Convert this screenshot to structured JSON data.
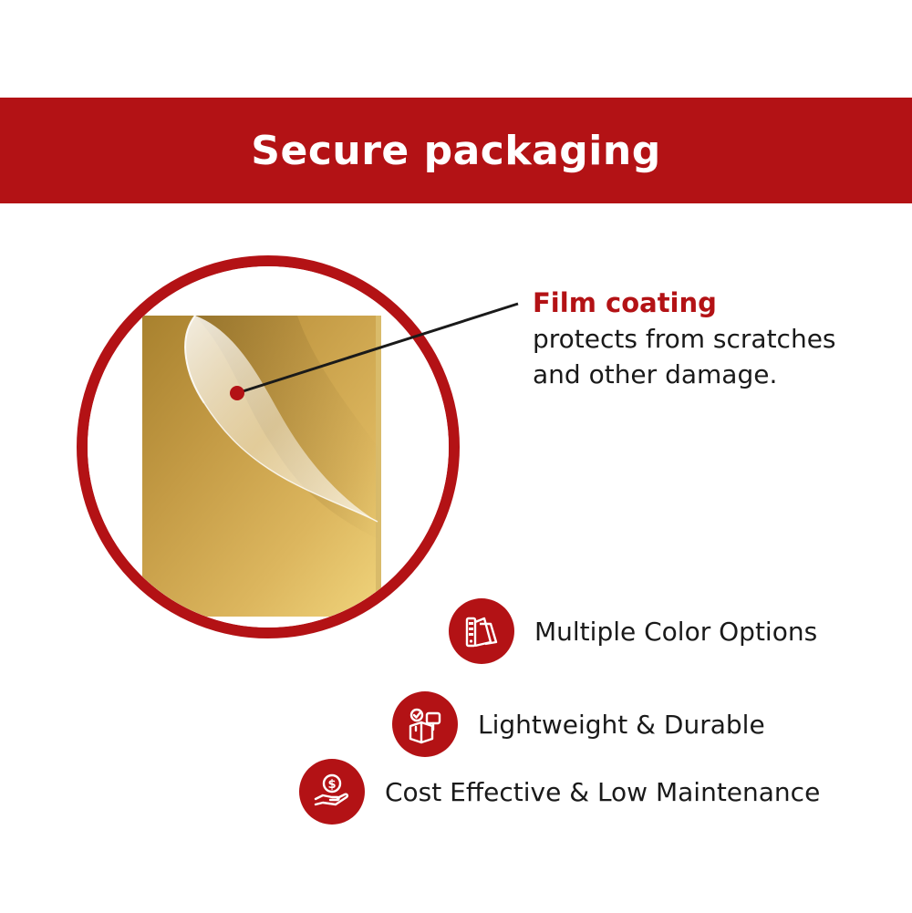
{
  "banner": {
    "title": "Secure packaging"
  },
  "callout": {
    "title": "Film coating",
    "lines": [
      "protects from scratches",
      "and other damage."
    ]
  },
  "features": [
    {
      "label": "Multiple Color Options",
      "icon": "color-swatch-fan-icon"
    },
    {
      "label": "Lightweight & Durable",
      "icon": "package-with-weight-icon"
    },
    {
      "label": "Cost Effective & Low Maintenance",
      "icon": "coin-in-hand-icon"
    }
  ],
  "colors": {
    "accent": "#b31215",
    "text": "#1a1a1a",
    "background": "#ffffff"
  }
}
